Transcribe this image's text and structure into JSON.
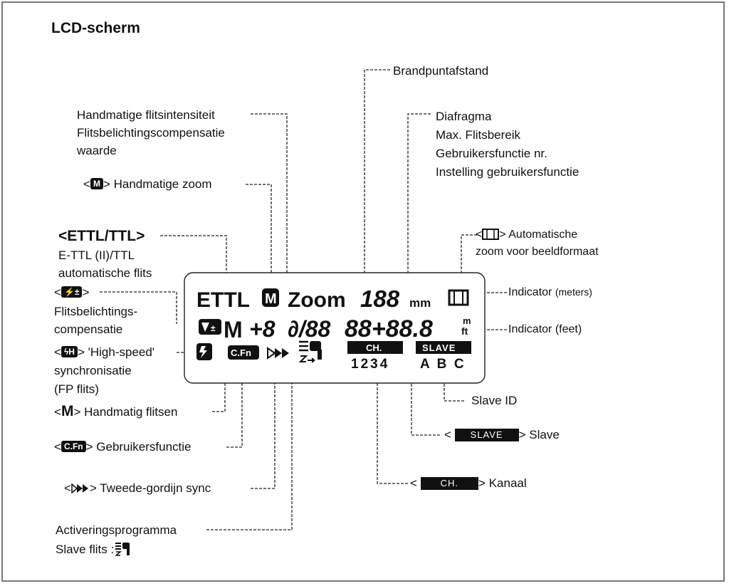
{
  "title": "LCD-scherm",
  "labels": {
    "brandpunt": "Brandpuntafstand",
    "handmatig_1": "Handmatige flitsintensiteit",
    "handmatig_2": "Flitsbelichtingscompensatie",
    "handmatig_3": "waarde",
    "diafragma_1": "Diafragma",
    "diafragma_2": "Max. Flitsbereik",
    "diafragma_3": "Gebruikersfunctie nr.",
    "diafragma_4": "Instelling gebruikersfunctie",
    "zoom_m_text": "> Handmatige zoom",
    "zoom_m_sym": "M",
    "ettl_sym": "ETTL/TTL",
    "ettl_1": "E-TTL (II)/TTL",
    "ettl_2": "automatische flits",
    "auto_zoom_1": "> Automatische",
    "auto_zoom_2": "zoom voor beeldformaat",
    "ind_meters": "Indicator",
    "ind_meters_unit": "(meters)",
    "ind_feet": "Indicator (feet)",
    "fec_1": "Flitsbelichtings-",
    "fec_2": "compensatie",
    "hs_text": "> 'High-speed'",
    "hs_2": "synchronisatie",
    "hs_3": "(FP flits)",
    "slave_id": "Slave ID",
    "manual_flash_sym": "M",
    "manual_flash": "> Handmatig flitsen",
    "slave": "> Slave",
    "cfn_sym": "C.Fn",
    "cfn": "> Gebruikersfunctie",
    "kanaal": "> Kanaal",
    "second_curtain": "> Tweede-gordijn sync",
    "activation_1": "Activeringsprogramma",
    "activation_2": "Slave flits",
    "activation_colon": ":"
  },
  "lcd": {
    "ettl": "ETTL",
    "m_box": "M",
    "zoom": "Zoom",
    "zoom_digits": "188",
    "mm": "mm",
    "m_big": "M",
    "fec_val": "+8",
    "frac": "∂/88",
    "ap_val": "88+88.8",
    "unit_m": "m",
    "unit_ft": "ft",
    "cfn": "C.Fn",
    "ch": "CH.",
    "channels": "1234",
    "slave": "SLAVE",
    "slave_ids": "A  B  C"
  },
  "badges": {
    "slave": "SLAVE",
    "ch": "CH."
  }
}
